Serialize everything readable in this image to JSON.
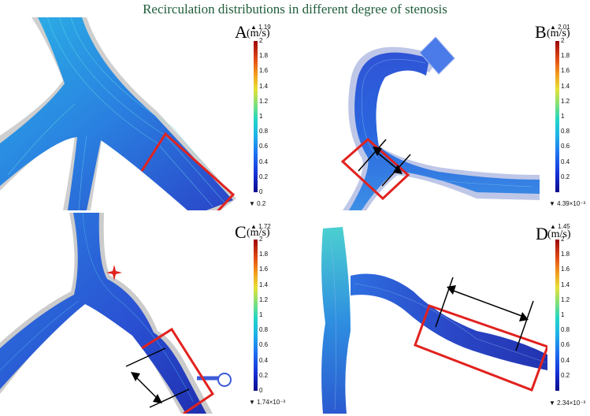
{
  "title": "Recirculation distributions in different degree of stenosis",
  "colors": {
    "box": "#e1221f",
    "arrow": "#000000",
    "vessel_shadow": "#c9c9c9",
    "flow_low": "#2a4bd4",
    "flow_mid": "#2ab6e6"
  },
  "panels": [
    {
      "label": "A",
      "unit": "(m/s)",
      "max": "1.19",
      "min": "0.2",
      "ticks": [
        "2",
        "1.8",
        "1.6",
        "1.4",
        "1.2",
        "1",
        "0.8",
        "0.6",
        "0.4",
        "0.2",
        "0"
      ]
    },
    {
      "label": "B",
      "unit": "(m/s)",
      "max": "2.01",
      "min": "4.39×10⁻³",
      "ticks": [
        "2",
        "1.8",
        "1.6",
        "1.4",
        "1.2",
        "1",
        "0.8",
        "0.6",
        "0.4",
        "0.2"
      ]
    },
    {
      "label": "C",
      "unit": "(m/s)",
      "max": "1.72",
      "min": "1.74×10⁻³",
      "ticks": [
        "2",
        "1.8",
        "1.6",
        "1.4",
        "1.2",
        "1",
        "0.8",
        "0.6",
        "0.4",
        "0.2",
        "0"
      ]
    },
    {
      "label": "D",
      "unit": "(m/s)",
      "max": "1.45",
      "min": "2.34×10⁻³",
      "ticks": [
        "2",
        "1.8",
        "1.6",
        "1.4",
        "1.2",
        "1",
        "0.8",
        "0.6",
        "0.4",
        "0.2"
      ]
    }
  ]
}
